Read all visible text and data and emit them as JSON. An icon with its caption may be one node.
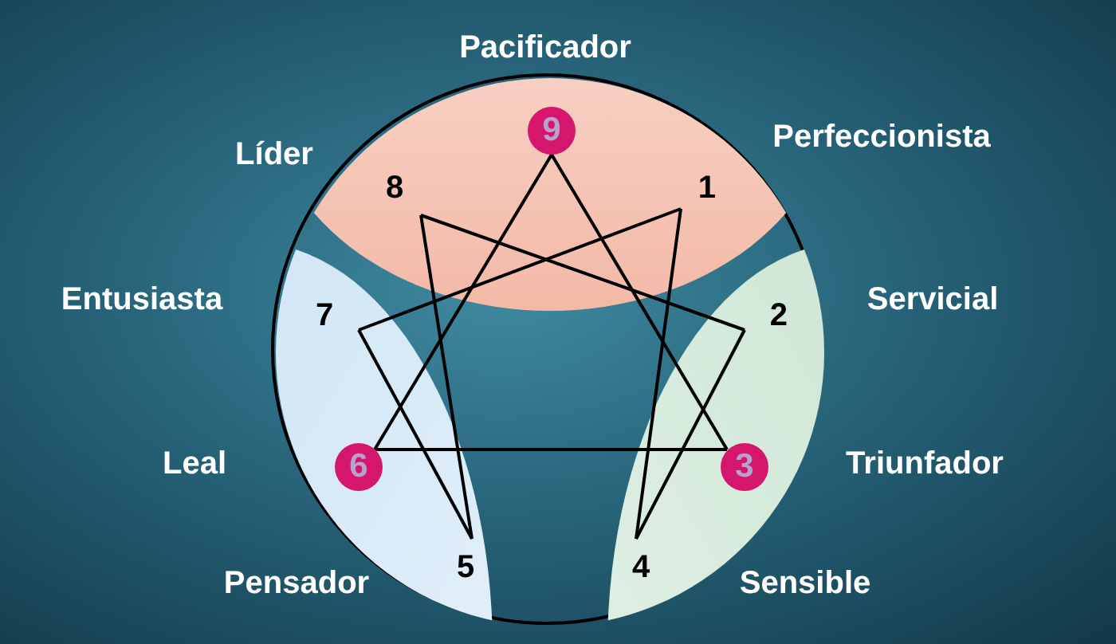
{
  "diagram": {
    "nodes": [
      {
        "text": [],
        "shape": "circle"
      },
      {
        "text": [
          "9"
        ],
        "in": 0,
        "beside": [
          "Pacificador"
        ]
      },
      {
        "text": [
          "8"
        ],
        "in": 0,
        "beside": [
          "Líder"
        ]
      },
      {
        "text": [
          "1"
        ],
        "in": 0,
        "beside": [
          "Perfeccionista"
        ]
      },
      {
        "text": [
          "7"
        ],
        "in": 0,
        "beside": [
          "Entusiasta"
        ]
      },
      {
        "text": [
          "2"
        ],
        "in": 0,
        "beside": [
          "Servicial"
        ]
      },
      {
        "text": [
          "6"
        ],
        "in": 0,
        "beside": [
          "Leal"
        ]
      },
      {
        "text": [
          "3"
        ],
        "in": 0,
        "beside": [
          "Triunfador"
        ]
      },
      {
        "text": [
          "5"
        ],
        "in": 0,
        "beside": [
          "Pensador"
        ]
      },
      {
        "text": [
          "4"
        ],
        "in": 0,
        "beside": [
          "Sensible"
        ]
      }
    ],
    "edges": [
      {
        "from": 1,
        "to": 7,
        "arrow": "none"
      },
      {
        "from": 7,
        "to": 6,
        "arrow": "none"
      },
      {
        "from": 6,
        "to": 1,
        "arrow": "none"
      },
      {
        "from": 3,
        "to": 9,
        "arrow": "none"
      },
      {
        "from": 9,
        "to": 5,
        "arrow": "none"
      },
      {
        "from": 5,
        "to": 2,
        "arrow": "none"
      },
      {
        "from": 2,
        "to": 8,
        "arrow": "none"
      },
      {
        "from": 8,
        "to": 4,
        "arrow": "none"
      },
      {
        "from": 4,
        "to": 3,
        "arrow": "none"
      }
    ]
  }
}
